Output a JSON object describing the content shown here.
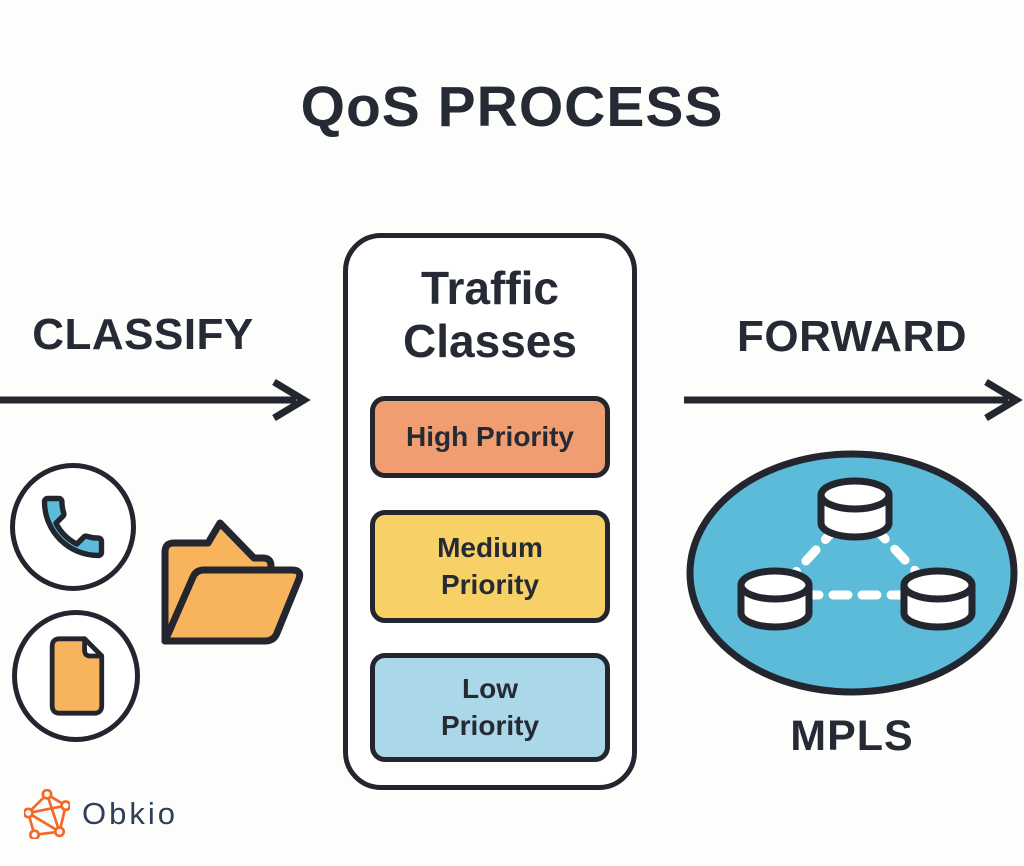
{
  "title": "QoS PROCESS",
  "flow": {
    "classify": "CLASSIFY",
    "forward": "FORWARD"
  },
  "traffic_classes": {
    "heading": "Traffic Classes",
    "classes": [
      {
        "label": "High Priority",
        "color": "#f09d72"
      },
      {
        "label": "Medium\nPriority",
        "color": "#f7d166"
      },
      {
        "label": "Low\nPriority",
        "color": "#abd8e8"
      }
    ]
  },
  "classify_examples": {
    "icons": [
      "phone-icon",
      "folder-icon",
      "document-icon"
    ],
    "phone_color": "#5cbbd9",
    "file_color": "#f8b45c"
  },
  "mpls": {
    "label": "MPLS",
    "cloud_color": "#5cbbd9",
    "node_icon": "router-cylinder-icon",
    "node_count": 3
  },
  "branding": {
    "logo_text": "Obkio",
    "logo_icon": "obkio-network-icon",
    "logo_color": "#f4692a",
    "text_color": "#2e3f57"
  },
  "colors": {
    "outline": "#23262e",
    "text": "#262a34",
    "background": "#fdfdfc"
  }
}
